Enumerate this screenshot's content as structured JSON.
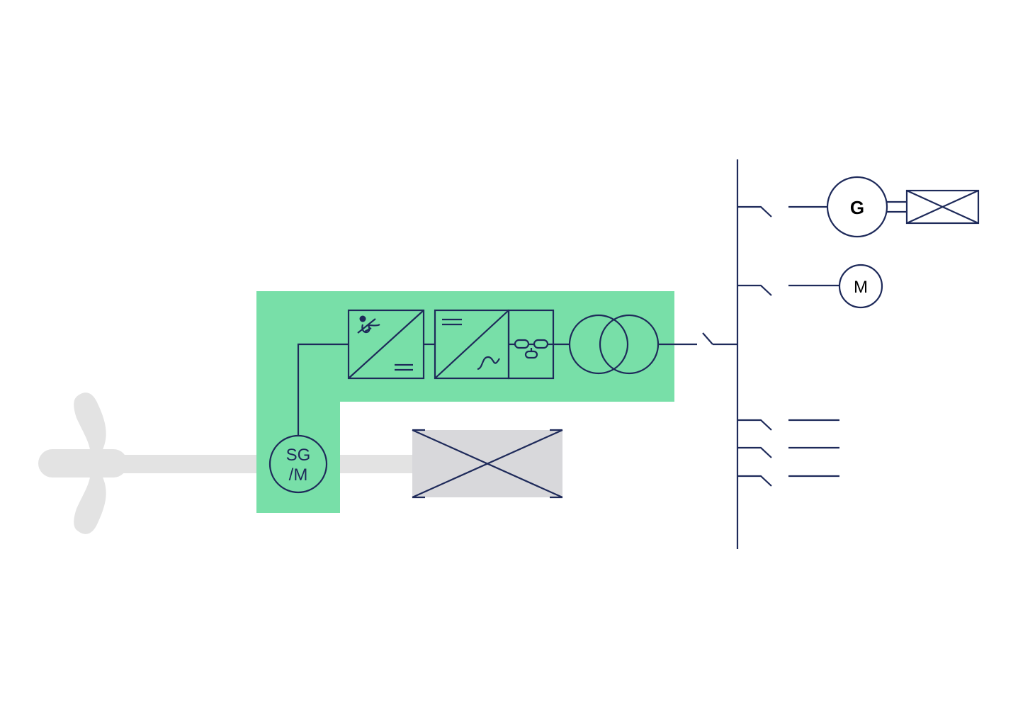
{
  "colors": {
    "line": "#1e2a5a",
    "highlight": "#78dfa8",
    "shaft": "#e3e3e3",
    "gearbox": "#d8d8db",
    "background": "#ffffff"
  },
  "labels": {
    "shaft_machine_line1": "SG",
    "shaft_machine_line2": "/M",
    "generator": "G",
    "motor": "M"
  },
  "icons": {
    "propeller": "propeller-icon",
    "gearbox": "gearbox-icon",
    "rectifier": "ac-dc-converter-icon",
    "inverter": "dc-ac-inverter-icon",
    "filter": "filter-icon",
    "transformer": "transformer-icon",
    "breaker": "circuit-breaker-icon",
    "busbar": "busbar-icon",
    "diesel_engine": "engine-icon"
  }
}
